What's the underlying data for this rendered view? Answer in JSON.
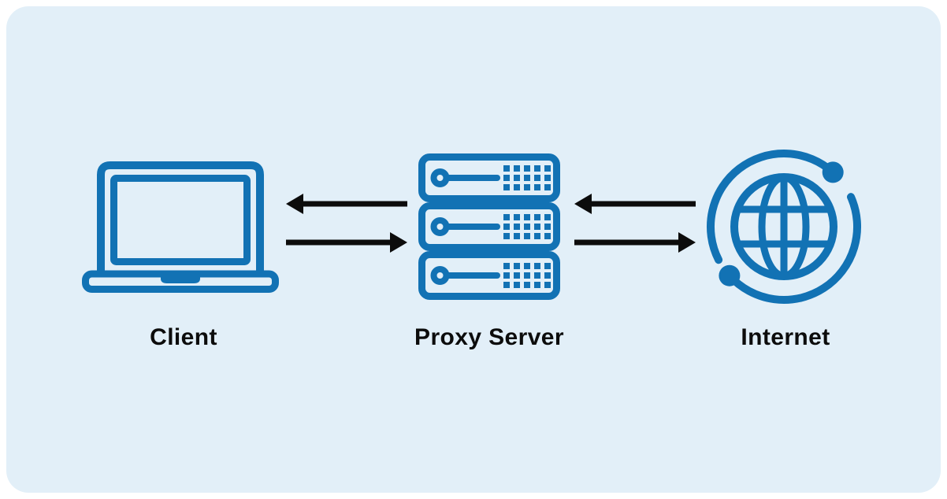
{
  "diagram": {
    "title": "Proxy Server data flow diagram",
    "nodes": [
      {
        "id": "client",
        "label": "Client",
        "icon": "laptop-icon"
      },
      {
        "id": "proxy",
        "label": "Proxy Server",
        "icon": "server-rack-icon"
      },
      {
        "id": "internet",
        "label": "Internet",
        "icon": "globe-icon"
      }
    ],
    "connections": [
      {
        "from": "proxy",
        "to": "client",
        "direction": "left"
      },
      {
        "from": "client",
        "to": "proxy",
        "direction": "right"
      },
      {
        "from": "internet",
        "to": "proxy",
        "direction": "left"
      },
      {
        "from": "proxy",
        "to": "internet",
        "direction": "right"
      }
    ]
  },
  "colors": {
    "page-bg": "#ffffff",
    "panel-bg": "#e2eff8",
    "icon-blue": "#1272b4",
    "ink": "#0c0c0c"
  }
}
